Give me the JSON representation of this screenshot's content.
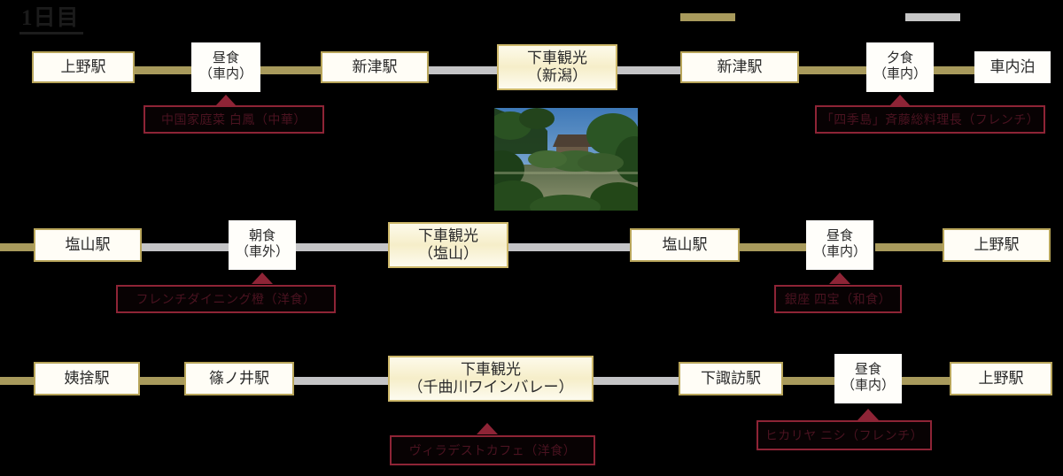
{
  "title": "1日目",
  "legend": [
    {
      "name": "train-line",
      "color": "#a89a5c",
      "label": ""
    },
    {
      "name": "bus-line",
      "color": "#c4c4c6",
      "label": ""
    }
  ],
  "colors": {
    "gold_line": "#a89a5c",
    "gray_line": "#c4c4c6",
    "station_border": "#b8a55a",
    "sight_border": "#cdb86a",
    "callout_border": "#8e2436",
    "callout_text": "#4a1320"
  },
  "rows": [
    {
      "id": "row-1",
      "nodes": [
        {
          "id": "r1n1",
          "type": "station",
          "lines": [
            "上野駅"
          ]
        },
        {
          "id": "r1n2",
          "type": "meal",
          "lines": [
            "昼食",
            "（車内）"
          ]
        },
        {
          "id": "r1n3",
          "type": "station",
          "lines": [
            "新津駅"
          ]
        },
        {
          "id": "r1n4",
          "type": "sight",
          "lines": [
            "下車観光",
            "（新潟）"
          ]
        },
        {
          "id": "r1n5",
          "type": "station",
          "lines": [
            "新津駅"
          ]
        },
        {
          "id": "r1n6",
          "type": "meal",
          "lines": [
            "夕食",
            "（車内）"
          ]
        },
        {
          "id": "r1n7",
          "type": "stay",
          "lines": [
            "車内泊"
          ]
        }
      ],
      "callouts": [
        {
          "id": "r1c1",
          "text": "中国家庭菜 白鳳（中華）"
        },
        {
          "id": "r1c2",
          "text": "「四季島」斉藤総料理長（フレンチ）"
        }
      ]
    },
    {
      "id": "row-2",
      "nodes": [
        {
          "id": "r2n1",
          "type": "station",
          "lines": [
            "塩山駅"
          ]
        },
        {
          "id": "r2n2",
          "type": "meal",
          "lines": [
            "朝食",
            "（車外）"
          ]
        },
        {
          "id": "r2n3",
          "type": "sight",
          "lines": [
            "下車観光",
            "（塩山）"
          ]
        },
        {
          "id": "r2n4",
          "type": "station",
          "lines": [
            "塩山駅"
          ]
        },
        {
          "id": "r2n5",
          "type": "meal",
          "lines": [
            "昼食",
            "（車内）"
          ]
        },
        {
          "id": "r2n6",
          "type": "station",
          "lines": [
            "上野駅"
          ]
        }
      ],
      "callouts": [
        {
          "id": "r2c1",
          "text": "フレンチダイニング橙（洋食）"
        },
        {
          "id": "r2c2",
          "text": "銀座 四宝（和食）"
        }
      ]
    },
    {
      "id": "row-3",
      "nodes": [
        {
          "id": "r3n1",
          "type": "station",
          "lines": [
            "姨捨駅"
          ]
        },
        {
          "id": "r3n2",
          "type": "station",
          "lines": [
            "篠ノ井駅"
          ]
        },
        {
          "id": "r3n3",
          "type": "sight",
          "lines": [
            "下車観光",
            "（千曲川ワインバレー）"
          ]
        },
        {
          "id": "r3n4",
          "type": "station",
          "lines": [
            "下諏訪駅"
          ]
        },
        {
          "id": "r3n5",
          "type": "meal",
          "lines": [
            "昼食",
            "（車内）"
          ]
        },
        {
          "id": "r3n6",
          "type": "station",
          "lines": [
            "上野駅"
          ]
        }
      ],
      "callouts": [
        {
          "id": "r3c1",
          "text": "ヴィラデストカフェ（洋食）"
        },
        {
          "id": "r3c2",
          "text": "ヒカリヤ ニシ（フレンチ）"
        }
      ]
    }
  ],
  "photo": {
    "alt": "日本庭園の池と木造建築の写真"
  }
}
